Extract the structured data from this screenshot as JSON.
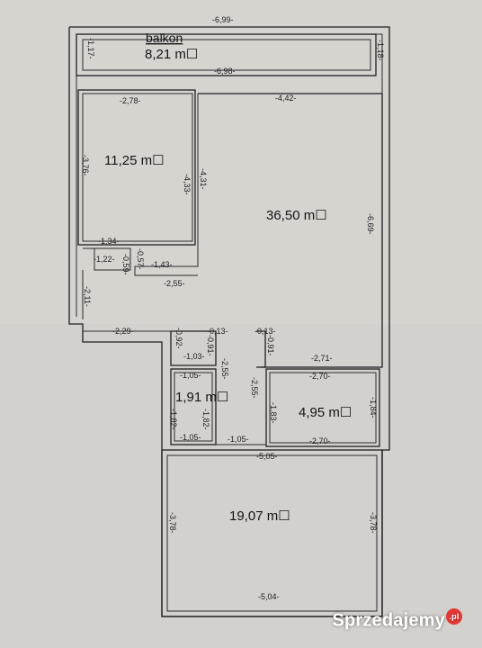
{
  "rooms": {
    "balcony": {
      "label": "balkon",
      "area": "8,21 m☐"
    },
    "bedroom_small": {
      "area": "11,25 m☐"
    },
    "living": {
      "area": "36,50 m☐"
    },
    "bathroom_small": {
      "area": "1,91 m☐"
    },
    "bathroom": {
      "area": "4,95 m☐"
    },
    "bedroom_large": {
      "area": "19,07 m☐"
    }
  },
  "dimensions": {
    "top_outer": "-6,99-",
    "balcony_bottom": "-6,98-",
    "balcony_left": "-1,17-",
    "balcony_right": "-1,18-",
    "bed_small_top": "-2,78-",
    "bed_small_left": "-3,76-",
    "bed_small_right_a": "-4,33-",
    "bed_small_right_b": "-4,31-",
    "bed_small_bottom": "-1,34-",
    "hall_122": "-1,22-",
    "hall_059": "-0,59-",
    "hall_057": "-0,57-",
    "hall_143": "-1,43-",
    "hall_255": "-2,55-",
    "hall_211": "-2,11-",
    "hall_229": "-2,29-",
    "living_top": "-4,42-",
    "living_right": "-6,69-",
    "c_092": "-0,92-",
    "c_013a": "-0,13-",
    "c_013b": "-0,13-",
    "c_091a": "-0,91-",
    "c_091b": "-0,91-",
    "c_103": "-1,03-",
    "c_255a": "-2,55-",
    "c_255b": "-2,55-",
    "living_bottom": "-2,71-",
    "ws_top": "-1,05-",
    "ws_left": "-1,82-",
    "ws_right": "-1,82-",
    "ws_bottom": "-1,05-",
    "corr_bottom": "-1,05-",
    "bath_top": "-2,70-",
    "bath_left": "-1,83-",
    "bath_right": "-1,84-",
    "bath_bottom": "-2,70-",
    "bed_large_top": "-5,05-",
    "bed_large_left": "-3,78-",
    "bed_large_right": "-3,78-",
    "bed_large_bottom": "-5,04-"
  },
  "watermark": {
    "text": "Sprzedajemy",
    "badge": ".pl"
  }
}
